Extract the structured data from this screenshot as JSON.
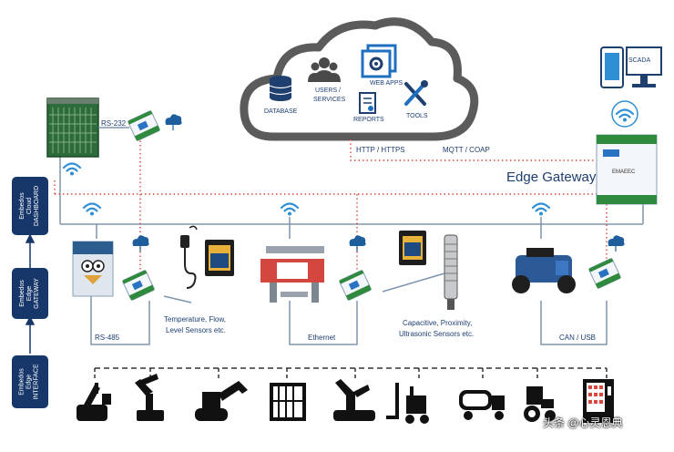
{
  "cloud": {
    "items": {
      "database": "DATABASE",
      "users": "USERS /",
      "services": "SERVICES",
      "webapps": "WEB APPS",
      "reports": "REPORTS",
      "tools": "TOOLS"
    }
  },
  "protocols": {
    "http": "HTTP / HTTPS",
    "mqtt": "MQTT / COAP",
    "rs232": "RS-232",
    "rs485": "RS-485",
    "ethernet": "Ethernet",
    "can_usb": "CAN / USB"
  },
  "gateway": {
    "title": "Edge Gateway",
    "device_label": "EMAEEC"
  },
  "scada": {
    "label": "SCADA"
  },
  "sensors": {
    "group1": [
      "Temperature, Flow,",
      "Level Sensors etc."
    ],
    "group2": [
      "Capacitive, Proximity,",
      "Ultrasonic Sensors etc."
    ]
  },
  "layers": {
    "cloud": [
      "Embedos",
      "Cloud",
      "DASHBOARD"
    ],
    "gateway": [
      "Embedos",
      "Edge",
      "GATEWAY"
    ],
    "interface": [
      "Embedos",
      "Edge",
      "INTERFACE"
    ]
  },
  "machines": [
    "crane",
    "robot-arm",
    "excavator",
    "industrial-machine",
    "assembly-robot",
    "forklift",
    "tanker-truck",
    "tractor",
    "vending-machine"
  ],
  "watermark": "头条 @心灵恩典",
  "colors": {
    "navy": "#17376a",
    "cloud_border": "#5b5b5b",
    "dotted_red": "#d9463a",
    "device_green": "#2f8a3e",
    "wifi_blue": "#2e8fd4",
    "line": "#7f95ae"
  }
}
